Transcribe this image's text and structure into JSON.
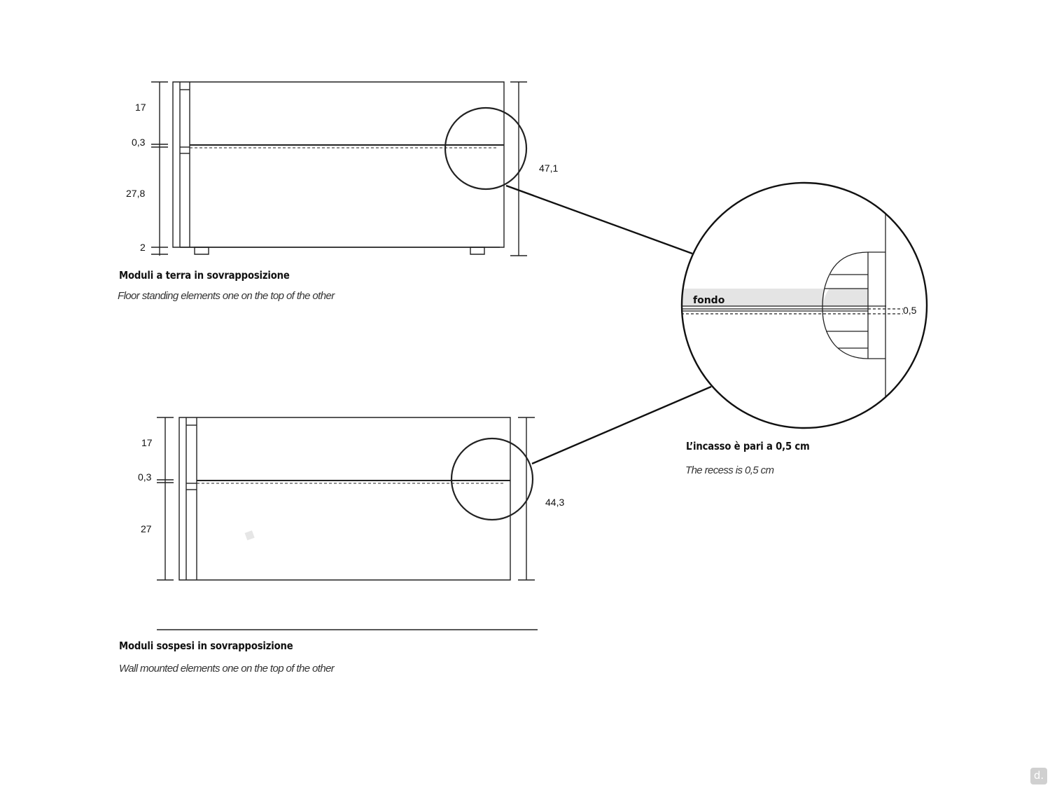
{
  "top_module": {
    "dimensions": {
      "upper": "17",
      "gap": "0,3",
      "lower": "27,8",
      "base": "2",
      "total": "47,1"
    },
    "title": "Moduli a terra in sovrapposizione",
    "subtitle": "Floor standing elements one on the top of the other"
  },
  "bottom_module": {
    "dimensions": {
      "upper": "17",
      "gap": "0,3",
      "lower": "27",
      "total": "44,3"
    },
    "title": "Moduli sospesi in sovrapposizione",
    "subtitle": "Wall mounted elements one on the top of the other"
  },
  "detail": {
    "part_label": "fondo",
    "recess_value": "0,5",
    "title": "L’incasso è pari a 0,5 cm",
    "subtitle": "The recess is 0,5 cm"
  },
  "watermark": "d."
}
